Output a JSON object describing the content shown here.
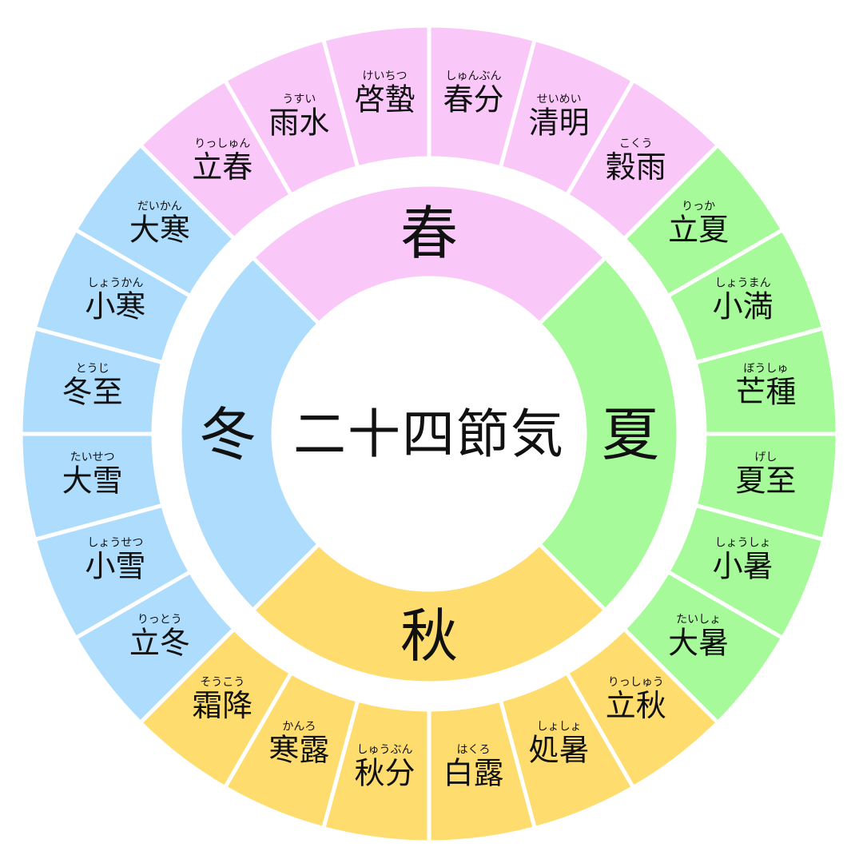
{
  "title": "二十四節気",
  "colors": {
    "spring": "#F9C8F9",
    "summer": "#A6FA9A",
    "autumn": "#FFDC6E",
    "winter": "#ADDCFC",
    "gap": "#FFFFFF",
    "text": "#111111"
  },
  "seasons": [
    {
      "key": "spring",
      "label": "春",
      "terms": [
        {
          "kanji": "立春",
          "kana": "りっしゅん"
        },
        {
          "kanji": "雨水",
          "kana": "うすい"
        },
        {
          "kanji": "啓蟄",
          "kana": "けいちつ"
        },
        {
          "kanji": "春分",
          "kana": "しゅんぶん"
        },
        {
          "kanji": "清明",
          "kana": "せいめい"
        },
        {
          "kanji": "穀雨",
          "kana": "こくう"
        }
      ]
    },
    {
      "key": "summer",
      "label": "夏",
      "terms": [
        {
          "kanji": "立夏",
          "kana": "りっか"
        },
        {
          "kanji": "小満",
          "kana": "しょうまん"
        },
        {
          "kanji": "芒種",
          "kana": "ぼうしゅ"
        },
        {
          "kanji": "夏至",
          "kana": "げし"
        },
        {
          "kanji": "小暑",
          "kana": "しょうしょ"
        },
        {
          "kanji": "大暑",
          "kana": "たいしょ"
        }
      ]
    },
    {
      "key": "autumn",
      "label": "秋",
      "terms": [
        {
          "kanji": "立秋",
          "kana": "りっしゅう"
        },
        {
          "kanji": "処暑",
          "kana": "しょしょ"
        },
        {
          "kanji": "白露",
          "kana": "はくろ"
        },
        {
          "kanji": "秋分",
          "kana": "しゅうぶん"
        },
        {
          "kanji": "寒露",
          "kana": "かんろ"
        },
        {
          "kanji": "霜降",
          "kana": "そうこう"
        }
      ]
    },
    {
      "key": "winter",
      "label": "冬",
      "terms": [
        {
          "kanji": "立冬",
          "kana": "りっとう"
        },
        {
          "kanji": "小雪",
          "kana": "しょうせつ"
        },
        {
          "kanji": "大雪",
          "kana": "たいせつ"
        },
        {
          "kanji": "冬至",
          "kana": "とうじ"
        },
        {
          "kanji": "小寒",
          "kana": "しょうかん"
        },
        {
          "kanji": "大寒",
          "kana": "だいかん"
        }
      ]
    }
  ]
}
